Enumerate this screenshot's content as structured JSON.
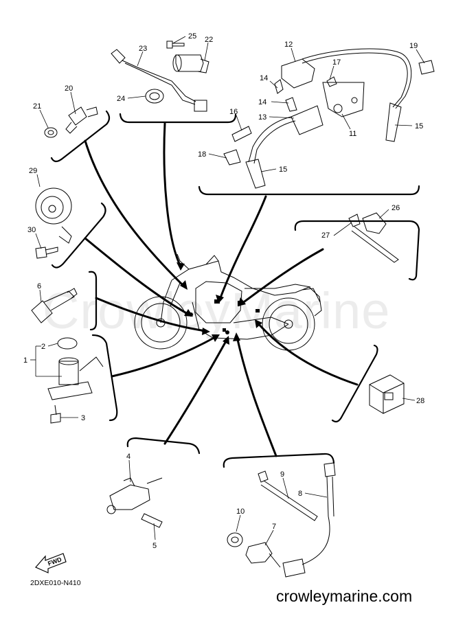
{
  "diagram": {
    "labels": [
      {
        "id": "l25",
        "text": "25"
      },
      {
        "id": "l22",
        "text": "22"
      },
      {
        "id": "l23",
        "text": "23"
      },
      {
        "id": "l24",
        "text": "24"
      },
      {
        "id": "l20",
        "text": "20"
      },
      {
        "id": "l21",
        "text": "21"
      },
      {
        "id": "l12",
        "text": "12"
      },
      {
        "id": "l19",
        "text": "19"
      },
      {
        "id": "l17",
        "text": "17"
      },
      {
        "id": "l14a",
        "text": "14"
      },
      {
        "id": "l14b",
        "text": "14"
      },
      {
        "id": "l16",
        "text": "16"
      },
      {
        "id": "l13",
        "text": "13"
      },
      {
        "id": "l11",
        "text": "11"
      },
      {
        "id": "l15a",
        "text": "15"
      },
      {
        "id": "l15b",
        "text": "15"
      },
      {
        "id": "l18",
        "text": "18"
      },
      {
        "id": "l29",
        "text": "29"
      },
      {
        "id": "l30",
        "text": "30"
      },
      {
        "id": "l26",
        "text": "26"
      },
      {
        "id": "l27",
        "text": "27"
      },
      {
        "id": "l6",
        "text": "6"
      },
      {
        "id": "l2",
        "text": "2"
      },
      {
        "id": "l1",
        "text": "1"
      },
      {
        "id": "l3",
        "text": "3"
      },
      {
        "id": "l28",
        "text": "28"
      },
      {
        "id": "l4",
        "text": "4"
      },
      {
        "id": "l5",
        "text": "5"
      },
      {
        "id": "l9",
        "text": "9"
      },
      {
        "id": "l8",
        "text": "8"
      },
      {
        "id": "l10",
        "text": "10"
      },
      {
        "id": "l7",
        "text": "7"
      }
    ],
    "fwd_label": "FWD",
    "diagram_code": "2DXE010-N410",
    "watermark": "CrowleyMarine",
    "website": "crowleymarine.com"
  }
}
